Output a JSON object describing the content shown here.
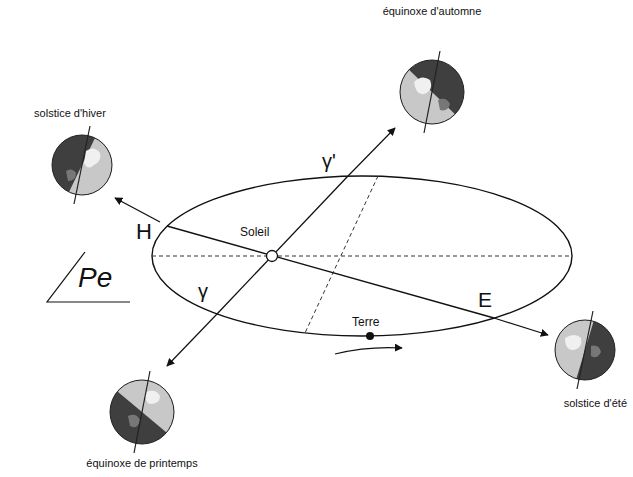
{
  "diagram": {
    "labels": [
      "équinoxe d'automne",
      "solstice d'hiver",
      "γ'",
      "H",
      "Soleil",
      "Pe",
      "E",
      "Terre",
      "γ",
      "solstice d'été",
      "équinoxe de printemps"
    ]
  }
}
